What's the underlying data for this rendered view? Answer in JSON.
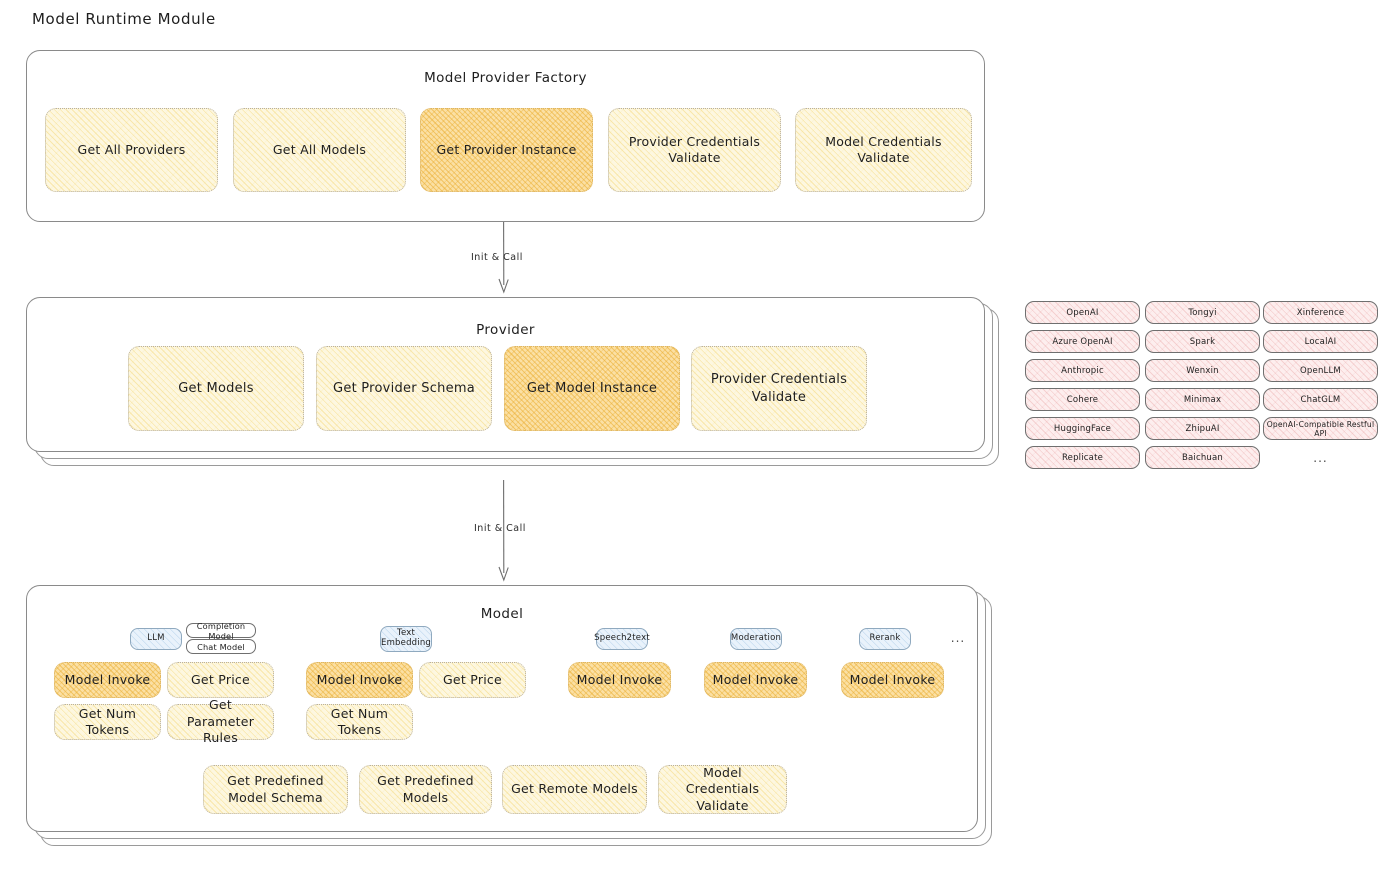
{
  "title": "Model Runtime Module",
  "factory": {
    "title": "Model Provider Factory",
    "nodes": [
      {
        "label": "Get All Providers",
        "highlight": false
      },
      {
        "label": "Get All Models",
        "highlight": false
      },
      {
        "label": "Get Provider Instance",
        "highlight": true
      },
      {
        "label": "Provider Credentials Validate",
        "highlight": false
      },
      {
        "label": "Model Credentials Validate",
        "highlight": false
      }
    ]
  },
  "connectors": [
    {
      "label": "Init & Call"
    },
    {
      "label": "Init & Call"
    }
  ],
  "provider": {
    "title": "Provider",
    "nodes": [
      {
        "label": "Get Models",
        "highlight": false
      },
      {
        "label": "Get Provider Schema",
        "highlight": false
      },
      {
        "label": "Get Model Instance",
        "highlight": true
      },
      {
        "label": "Provider Credentials Validate",
        "highlight": false
      }
    ]
  },
  "provider_list": {
    "columns": [
      [
        "OpenAI",
        "Azure OpenAI",
        "Anthropic",
        "Cohere",
        "HuggingFace",
        "Replicate"
      ],
      [
        "Tongyi",
        "Spark",
        "Wenxin",
        "Minimax",
        "ZhipuAI",
        "Baichuan"
      ],
      [
        "Xinference",
        "LocalAI",
        "OpenLLM",
        "ChatGLM",
        "OpenAI-Compatible Restful API"
      ]
    ],
    "more": "..."
  },
  "model": {
    "title": "Model",
    "more": "...",
    "types": [
      {
        "name": "LLM",
        "sub": [
          "Completion Model",
          "Chat Model"
        ],
        "methods": [
          {
            "label": "Model Invoke",
            "highlight": true
          },
          {
            "label": "Get Price",
            "highlight": false
          },
          {
            "label": "Get Num Tokens",
            "highlight": false
          },
          {
            "label": "Get Parameter Rules",
            "highlight": false
          }
        ]
      },
      {
        "name": "Text Embedding",
        "sub": [],
        "methods": [
          {
            "label": "Model Invoke",
            "highlight": true
          },
          {
            "label": "Get Price",
            "highlight": false
          },
          {
            "label": "Get Num Tokens",
            "highlight": false
          }
        ]
      },
      {
        "name": "Speech2text",
        "sub": [],
        "methods": [
          {
            "label": "Model Invoke",
            "highlight": true
          }
        ]
      },
      {
        "name": "Moderation",
        "sub": [],
        "methods": [
          {
            "label": "Model Invoke",
            "highlight": true
          }
        ]
      },
      {
        "name": "Rerank",
        "sub": [],
        "methods": [
          {
            "label": "Model Invoke",
            "highlight": true
          }
        ]
      }
    ],
    "common_methods": [
      {
        "label": "Get Predefined Model Schema"
      },
      {
        "label": "Get Predefined Models"
      },
      {
        "label": "Get Remote Models"
      },
      {
        "label": "Model Credentials Validate"
      }
    ]
  },
  "colors": {
    "node_fill": "#fdf7e0",
    "node_highlight_fill": "#fbe0a4",
    "provider_pill_fill": "#fdeeee",
    "badge_fill": "#e9f2fb",
    "border": "#8a8a8a",
    "text": "#1e1e1e"
  }
}
